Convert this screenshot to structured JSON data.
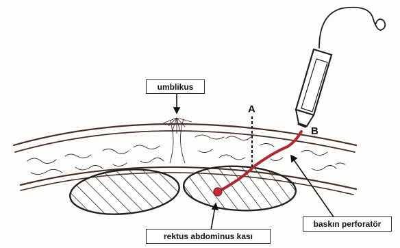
{
  "labels": {
    "umbilicus": "umblikus",
    "point_a": "A",
    "point_b": "B",
    "perforator": "baskın perforatör",
    "muscle": "rektus abdominus kası"
  },
  "colors": {
    "outline": "#4a2e24",
    "vessel": "#b3262e",
    "ink": "#1a1a1a"
  },
  "icons": {
    "doppler_probe": "doppler-probe-icon"
  }
}
